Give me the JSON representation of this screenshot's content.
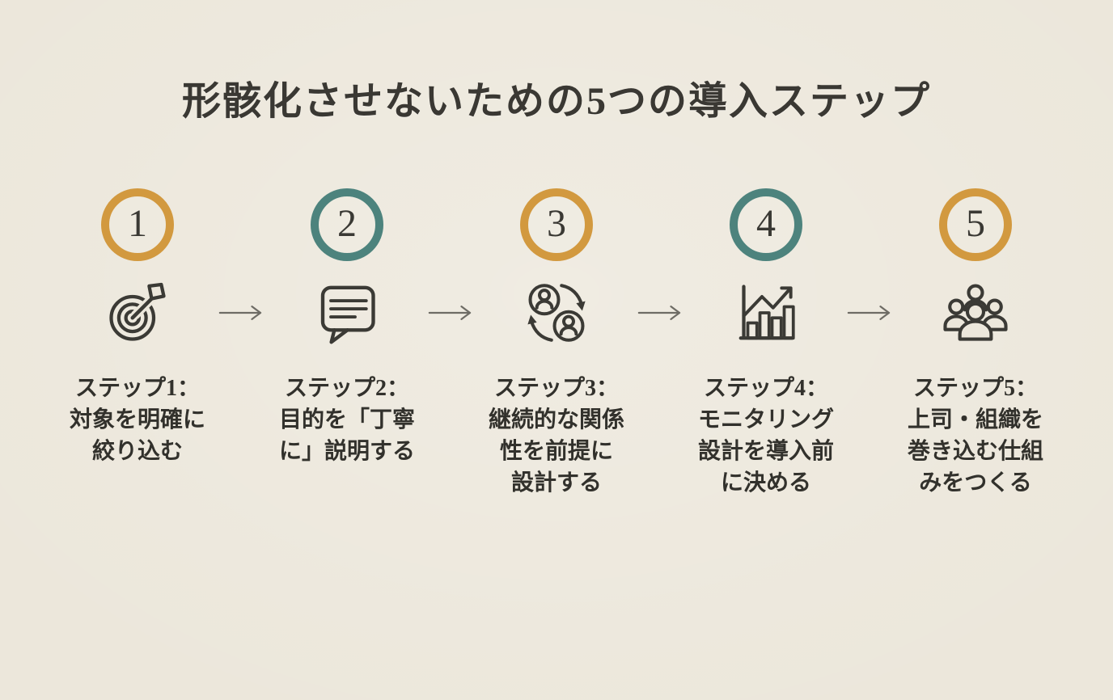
{
  "title": "形骸化させないための5つの導入ステップ",
  "colors": {
    "background": "#ece7db",
    "gold": "#d2993f",
    "teal": "#4d837d",
    "ink": "#32312c",
    "title": "#3a3833",
    "icon_stroke": "#3b3a35",
    "arrow": "#6e6c65"
  },
  "steps": [
    {
      "number": "1",
      "ring": "gold",
      "icon": "target-icon",
      "lines": [
        "ステップ1：",
        "対象を明確に",
        "絞り込む"
      ]
    },
    {
      "number": "2",
      "ring": "teal",
      "icon": "speech-bubble-icon",
      "lines": [
        "ステップ2：",
        "目的を「丁寧",
        "に」説明する"
      ]
    },
    {
      "number": "3",
      "ring": "gold",
      "icon": "people-exchange-icon",
      "lines": [
        "ステップ3：",
        "継続的な関係",
        "性を前提に",
        "設計する"
      ]
    },
    {
      "number": "4",
      "ring": "teal",
      "icon": "bar-chart-trend-icon",
      "lines": [
        "ステップ4：",
        "モニタリング",
        "設計を導入前",
        "に決める"
      ]
    },
    {
      "number": "5",
      "ring": "gold",
      "icon": "people-group-icon",
      "lines": [
        "ステップ5：",
        "上司・組織を",
        "巻き込む仕組",
        "みをつくる"
      ]
    }
  ]
}
